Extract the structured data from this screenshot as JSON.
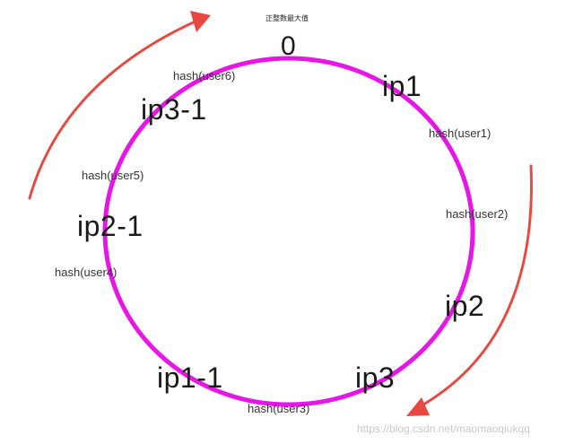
{
  "diagram": {
    "title": "正整数最大值",
    "origin": "0",
    "nodes": [
      "ip1",
      "ip2",
      "ip3",
      "ip1-1",
      "ip2-1",
      "ip3-1"
    ],
    "keys": [
      "hash(user1)",
      "hash(user2)",
      "hash(user3)",
      "hash(user4)",
      "hash(user5)",
      "hash(user6)"
    ],
    "colors": {
      "ring": "#e815e8",
      "arrow": "#e8483f",
      "text": "#1a1a1a"
    }
  },
  "watermark": "https://blog.csdn.net/maomaoqiukqq"
}
